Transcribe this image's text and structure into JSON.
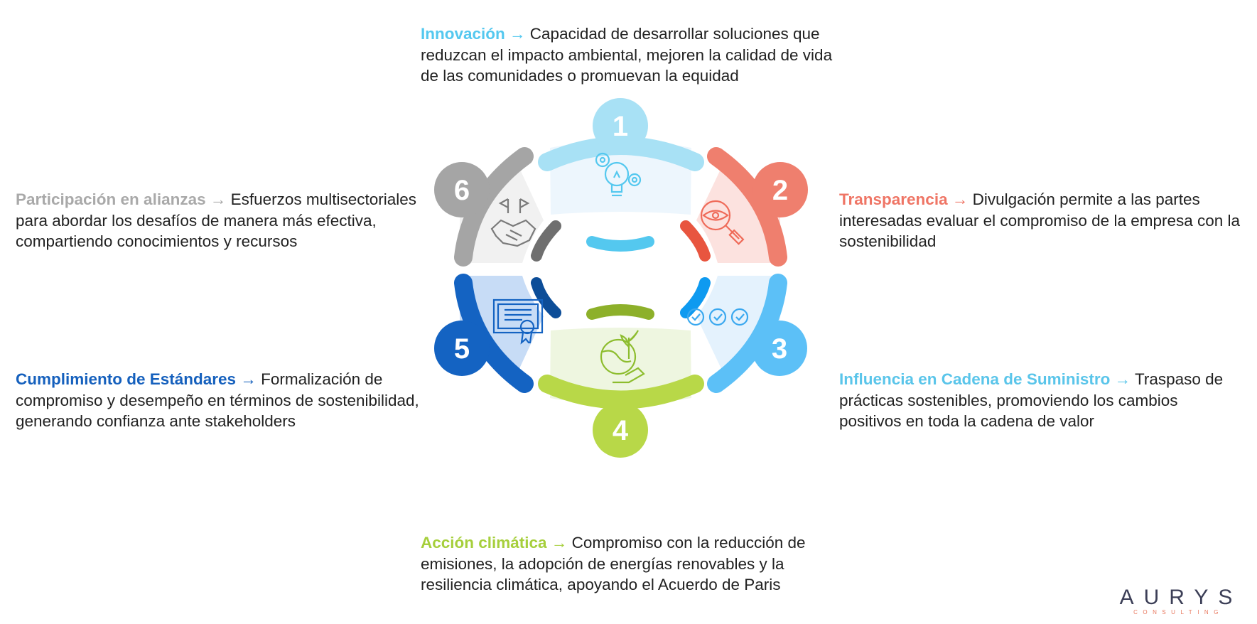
{
  "colors": {
    "seg1": "#a8e1f5",
    "seg2": "#ef7f6e",
    "seg3": "#5cc0f7",
    "seg4": "#b8d848",
    "seg5": "#1463c2",
    "seg6": "#a5a5a5"
  },
  "segments": [
    {
      "number": "1",
      "title": "Innovación",
      "arrow": "→",
      "desc": "Capacidad de desarrollar soluciones que reduzcan el impacto ambiental, mejoren la calidad de vida de las comunidades o promuevan la equidad",
      "icon": "lightbulb-gears-icon",
      "color": "#54c8ef"
    },
    {
      "number": "2",
      "title": "Transparencia",
      "arrow": "→",
      "desc": "Divulgación permite a las partes interesadas evaluar el compromiso de la empresa con la sostenibilidad",
      "icon": "eye-magnifier-icon",
      "color": "#ef7565"
    },
    {
      "number": "3",
      "title": "Influencia en Cadena de Suministro",
      "arrow": "→",
      "desc": "Traspaso de prácticas sostenibles, promoviendo los cambios positivos en toda la cadena de valor",
      "icon": "check-chain-icon",
      "color": "#5ac5ea"
    },
    {
      "number": "4",
      "title": "Acción climática",
      "arrow": "→",
      "desc": "Compromiso con la reducción de emisiones, la adopción de energías renovables y la resiliencia climática, apoyando el Acuerdo de Paris",
      "icon": "globe-plant-hand-icon",
      "color": "#a6cf3c"
    },
    {
      "number": "5",
      "title": "Cumplimiento de Estándares",
      "arrow": "→",
      "desc": "Formalización de compromiso y desempeño en términos de sostenibilidad, generando confianza ante stakeholders",
      "icon": "certificate-icon",
      "color": "#1560bd"
    },
    {
      "number": "6",
      "title": "Participación en alianzas",
      "arrow": "→",
      "desc": "Esfuerzos multisectoriales para abordar los desafíos de manera más efectiva, compartiendo conocimientos y recursos",
      "icon": "handshake-flags-icon",
      "color": "#a9a9a9"
    }
  ],
  "logo": {
    "name": "AURYS",
    "sub": "CONSULTING"
  }
}
